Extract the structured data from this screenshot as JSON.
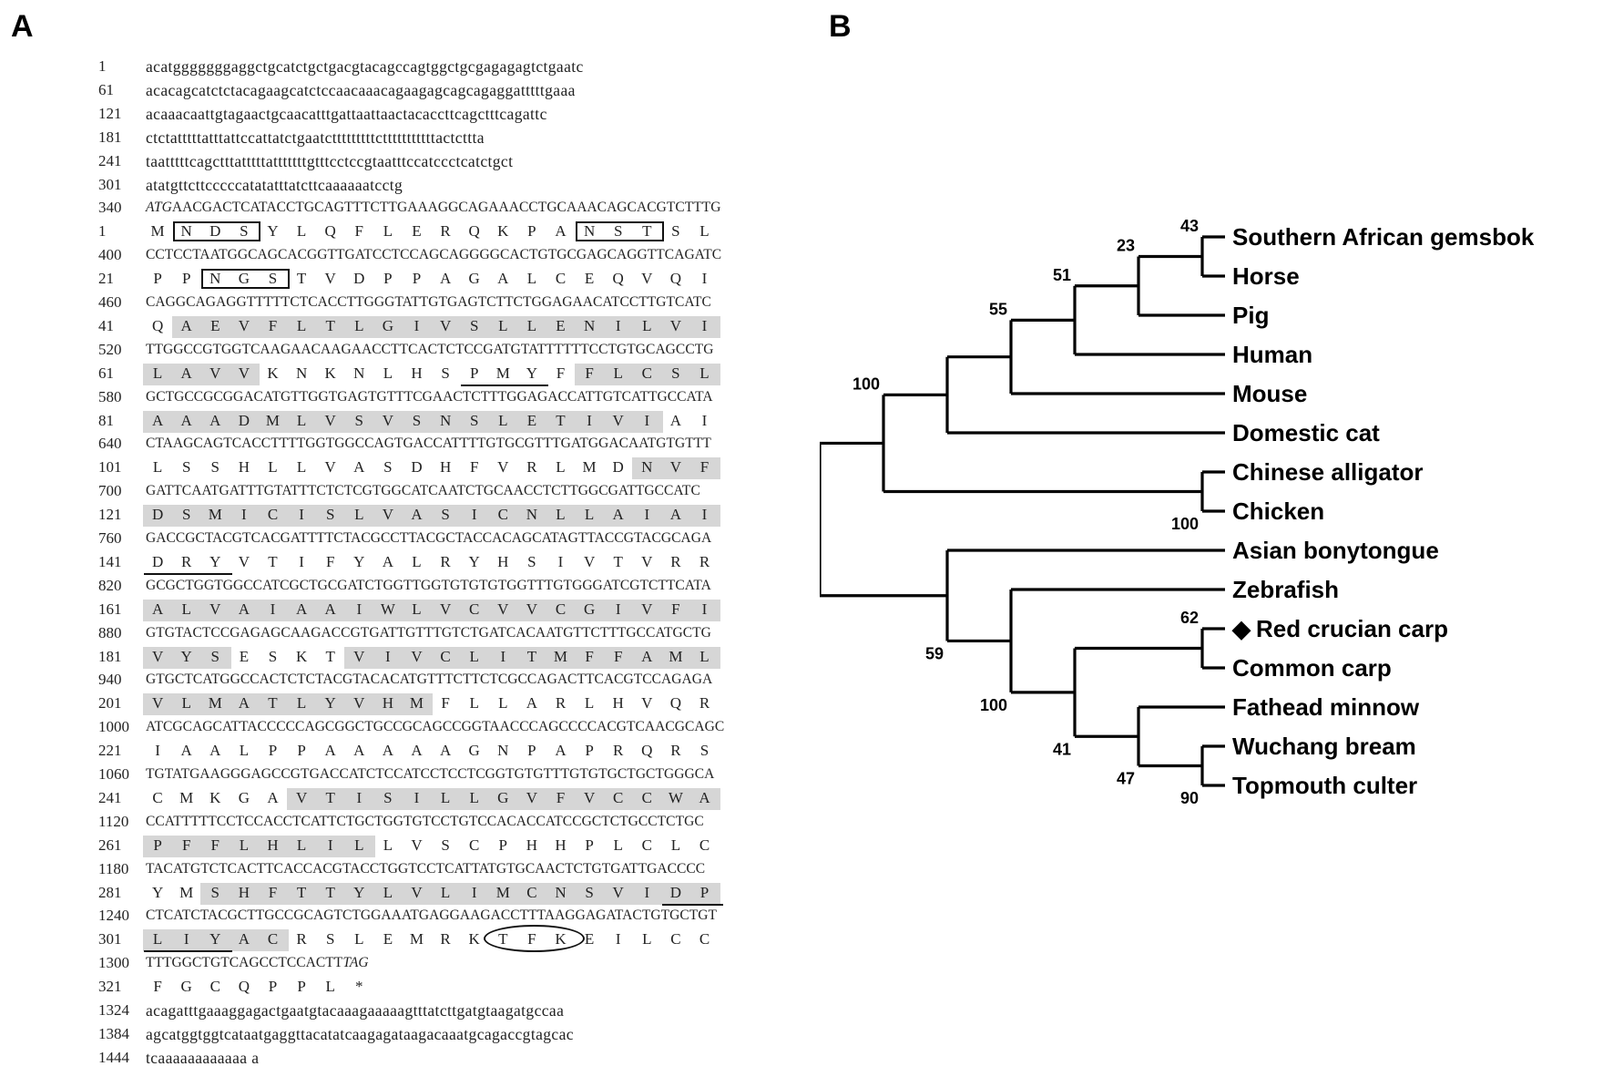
{
  "panels": {
    "a_label": "A",
    "b_label": "B"
  },
  "sequence": {
    "rows": [
      {
        "num": "1",
        "kind": "nt-lower",
        "text": "acatgggggggaggctgcatctgctgacgtacagccagtggctgcgagagagtctgaatc"
      },
      {
        "num": "61",
        "kind": "nt-lower",
        "text": "acacagcatctctacagaagcatctccaacaaacagaagagcagcagaggatttttgaaa"
      },
      {
        "num": "121",
        "kind": "nt-lower",
        "text": "acaaacaattgtagaactgcaacatttgattaattaactacaccttcagctttcagattc"
      },
      {
        "num": "181",
        "kind": "nt-lower",
        "text": "ctctatttttatttattccattatctgaatctttttttttctttttttttttactcttta"
      },
      {
        "num": "241",
        "kind": "nt-lower",
        "text": "taatttttcagctttatttttatttttttgtttcctccgtaatttccatccctcatctgct"
      },
      {
        "num": "301",
        "kind": "nt-lower",
        "text": "atatgttcttcccccatatatttatcttcaaaaaatcctg"
      },
      {
        "num": "340",
        "kind": "nt-upper",
        "italic_prefix": "ATG",
        "text": "AACGACTCATACCTGCAGTTTCTTGAAAGGCAGAAACCTGCAAACAGCACGTCTTTG"
      },
      {
        "num": "1",
        "kind": "aa",
        "aa": [
          "M",
          "N",
          "D",
          "S",
          "Y",
          "L",
          "Q",
          "F",
          "L",
          "E",
          "R",
          "Q",
          "K",
          "P",
          "A",
          "N",
          "S",
          "T",
          "S",
          "L"
        ]
      },
      {
        "num": "400",
        "kind": "nt-upper",
        "text": "CCTCCTAATGGCAGCACGGTTGATCCTCCAGCAGGGGCACTGTGCGAGCAGGTTCAGATC"
      },
      {
        "num": "21",
        "kind": "aa",
        "aa": [
          "P",
          "P",
          "N",
          "G",
          "S",
          "T",
          "V",
          "D",
          "P",
          "P",
          "A",
          "G",
          "A",
          "L",
          "C",
          "E",
          "Q",
          "V",
          "Q",
          "I"
        ]
      },
      {
        "num": "460",
        "kind": "nt-upper",
        "text": "CAGGCAGAGGTTTTTCTCACCTTGGGTATTGTGAGTCTTCTGGAGAACATCCTTGTCATC"
      },
      {
        "num": "41",
        "kind": "aa",
        "aa": [
          "Q",
          "A",
          "E",
          "V",
          "F",
          "L",
          "T",
          "L",
          "G",
          "I",
          "V",
          "S",
          "L",
          "L",
          "E",
          "N",
          "I",
          "L",
          "V",
          "I"
        ]
      },
      {
        "num": "520",
        "kind": "nt-upper",
        "text": "TTGGCCGTGGTCAAGAACAAGAACCTTCACTCTCCGATGTATTTTTTCCTGTGCAGCCTG"
      },
      {
        "num": "61",
        "kind": "aa",
        "aa": [
          "L",
          "A",
          "V",
          "V",
          "K",
          "N",
          "K",
          "N",
          "L",
          "H",
          "S",
          "P",
          "M",
          "Y",
          "F",
          "F",
          "L",
          "C",
          "S",
          "L"
        ]
      },
      {
        "num": "580",
        "kind": "nt-upper",
        "text": "GCTGCCGCGGACATGTTGGTGAGTGTTTCGAACTCTTTGGAGACCATTGTCATTGCCATA"
      },
      {
        "num": "81",
        "kind": "aa",
        "aa": [
          "A",
          "A",
          "A",
          "D",
          "M",
          "L",
          "V",
          "S",
          "V",
          "S",
          "N",
          "S",
          "L",
          "E",
          "T",
          "I",
          "V",
          "I",
          "A",
          "I"
        ]
      },
      {
        "num": "640",
        "kind": "nt-upper",
        "text": "CTAAGCAGTCACCTTTTGGTGGCCAGTGACCATTTTGTGCGTTTGATGGACAATGTGTTT"
      },
      {
        "num": "101",
        "kind": "aa",
        "aa": [
          "L",
          "S",
          "S",
          "H",
          "L",
          "L",
          "V",
          "A",
          "S",
          "D",
          "H",
          "F",
          "V",
          "R",
          "L",
          "M",
          "D",
          "N",
          "V",
          "F"
        ]
      },
      {
        "num": "700",
        "kind": "nt-upper",
        "text": "GATTCAATGATTTGTATTTCTCTCGTGGCATCAATCTGCAACCTCTTGGCGATTGCCATC"
      },
      {
        "num": "121",
        "kind": "aa",
        "aa": [
          "D",
          "S",
          "M",
          "I",
          "C",
          "I",
          "S",
          "L",
          "V",
          "A",
          "S",
          "I",
          "C",
          "N",
          "L",
          "L",
          "A",
          "I",
          "A",
          "I"
        ]
      },
      {
        "num": "760",
        "kind": "nt-upper",
        "text": "GACCGCTACGTCACGATTTTCTACGCCTTACGCTACCACAGCATAGTTACCGTACGCAGA"
      },
      {
        "num": "141",
        "kind": "aa",
        "aa": [
          "D",
          "R",
          "Y",
          "V",
          "T",
          "I",
          "F",
          "Y",
          "A",
          "L",
          "R",
          "Y",
          "H",
          "S",
          "I",
          "V",
          "T",
          "V",
          "R",
          "R"
        ]
      },
      {
        "num": "820",
        "kind": "nt-upper",
        "text": "GCGCTGGTGGCCATCGCTGCGATCTGGTTGGTGTGTGTGGTTTGTGGGATCGTCTTCATA"
      },
      {
        "num": "161",
        "kind": "aa",
        "aa": [
          "A",
          "L",
          "V",
          "A",
          "I",
          "A",
          "A",
          "I",
          "W",
          "L",
          "V",
          "C",
          "V",
          "V",
          "C",
          "G",
          "I",
          "V",
          "F",
          "I"
        ]
      },
      {
        "num": "880",
        "kind": "nt-upper",
        "text": "GTGTACTCCGAGAGCAAGACCGTGATTGTTTGTCTGATCACAATGTTCTTTGCCATGCTG"
      },
      {
        "num": "181",
        "kind": "aa",
        "aa": [
          "V",
          "Y",
          "S",
          "E",
          "S",
          "K",
          "T",
          "V",
          "I",
          "V",
          "C",
          "L",
          "I",
          "T",
          "M",
          "F",
          "F",
          "A",
          "M",
          "L"
        ]
      },
      {
        "num": "940",
        "kind": "nt-upper",
        "text": "GTGCTCATGGCCACTCTCTACGTACACATGTTTCTTCTCGCCAGACTTCACGTCCAGAGA"
      },
      {
        "num": "201",
        "kind": "aa",
        "aa": [
          "V",
          "L",
          "M",
          "A",
          "T",
          "L",
          "Y",
          "V",
          "H",
          "M",
          "F",
          "L",
          "L",
          "A",
          "R",
          "L",
          "H",
          "V",
          "Q",
          "R"
        ]
      },
      {
        "num": "1000",
        "kind": "nt-upper",
        "text": "ATCGCAGCATTACCCCCAGCGGCTGCCGCAGCCGGTAACCCAGCCCCACGTCAACGCAGC"
      },
      {
        "num": "221",
        "kind": "aa",
        "aa": [
          "I",
          "A",
          "A",
          "L",
          "P",
          "P",
          "A",
          "A",
          "A",
          "A",
          "A",
          "G",
          "N",
          "P",
          "A",
          "P",
          "R",
          "Q",
          "R",
          "S"
        ]
      },
      {
        "num": "1060",
        "kind": "nt-upper",
        "text": "TGTATGAAGGGAGCCGTGACCATCTCCATCCTCCTCGGTGTGTTTGTGTGCTGCTGGGCA"
      },
      {
        "num": "241",
        "kind": "aa",
        "aa": [
          "C",
          "M",
          "K",
          "G",
          "A",
          "V",
          "T",
          "I",
          "S",
          "I",
          "L",
          "L",
          "G",
          "V",
          "F",
          "V",
          "C",
          "C",
          "W",
          "A"
        ]
      },
      {
        "num": "1120",
        "kind": "nt-upper",
        "text": "CCATTTTTCCTCCACCTCATTCTGCTGGTGTCCTGTCCACACCATCCGCTCTGCCTCTGC"
      },
      {
        "num": "261",
        "kind": "aa",
        "aa": [
          "P",
          "F",
          "F",
          "L",
          "H",
          "L",
          "I",
          "L",
          "L",
          "V",
          "S",
          "C",
          "P",
          "H",
          "H",
          "P",
          "L",
          "C",
          "L",
          "C"
        ]
      },
      {
        "num": "1180",
        "kind": "nt-upper",
        "text": "TACATGTCTCACTTCACCACGTACCTGGTCCTCATTATGTGCAACTCTGTGATTGACCCC"
      },
      {
        "num": "281",
        "kind": "aa",
        "aa": [
          "Y",
          "M",
          "S",
          "H",
          "F",
          "T",
          "T",
          "Y",
          "L",
          "V",
          "L",
          "I",
          "M",
          "C",
          "N",
          "S",
          "V",
          "I",
          "D",
          "P"
        ]
      },
      {
        "num": "1240",
        "kind": "nt-upper",
        "text": "CTCATCTACGCTTGCCGCAGTCTGGAAATGAGGAAGACCTTTAAGGAGATACTGTGCTGT"
      },
      {
        "num": "301",
        "kind": "aa",
        "aa": [
          "L",
          "I",
          "Y",
          "A",
          "C",
          "R",
          "S",
          "L",
          "E",
          "M",
          "R",
          "K",
          "T",
          "F",
          "K",
          "E",
          "I",
          "L",
          "C",
          "C"
        ]
      },
      {
        "num": "1300",
        "kind": "nt-upper",
        "text": "TTTGGCTGTCAGCCTCCACTT",
        "italic_suffix": "TAG"
      },
      {
        "num": "321",
        "kind": "aa",
        "aa": [
          "F",
          "G",
          "C",
          "Q",
          "P",
          "P",
          "L",
          "*"
        ]
      },
      {
        "num": "1324",
        "kind": "nt-lower",
        "text": "acagatttgaaaggagactgaatgtacaaagaaaaagtttatcttgatgtaagatgccaa"
      },
      {
        "num": "1384",
        "kind": "nt-lower",
        "text": "agcatggtggtcataatgaggttacatatcaagagataagacaaatgcagaccgtagcac"
      },
      {
        "num": "1444",
        "kind": "nt-lower",
        "text": "tcaaaaaaaaaaaa a"
      }
    ]
  },
  "tree": {
    "taxa": [
      "Southern African gemsbok",
      "Horse",
      "Pig",
      "Human",
      "Mouse",
      "Domestic cat",
      "Chinese alligator",
      "Chicken",
      "Asian bonytongue",
      "Zebrafish",
      "Red crucian carp",
      "Common carp",
      "Fathead minnow",
      "Wuchang bream",
      "Topmouth culter"
    ],
    "highlight_marker": "◆",
    "bootstraps": [
      "43",
      "23",
      "51",
      "55",
      "100",
      "100",
      "59",
      "100",
      "62",
      "41",
      "47",
      "90"
    ]
  }
}
